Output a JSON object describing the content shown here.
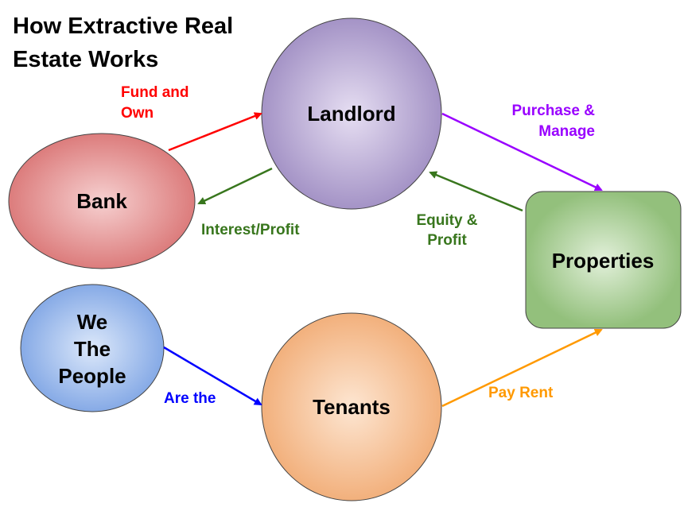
{
  "title": {
    "line1": "How Extractive Real",
    "line2": "Estate Works"
  },
  "nodes": {
    "landlord": "Landlord",
    "bank": "Bank",
    "properties": "Properties",
    "people": {
      "line1": "We",
      "line2": "The",
      "line3": "People"
    },
    "tenants": "Tenants"
  },
  "edges": {
    "fund": {
      "line1": "Fund and",
      "line2": "Own",
      "color": "#ff0000"
    },
    "interest": {
      "text": "Interest/Profit",
      "color": "#38761d"
    },
    "purchase": {
      "line1": "Purchase &",
      "line2": "Manage",
      "color": "#9900ff"
    },
    "equity": {
      "line1": "Equity &",
      "line2": "Profit",
      "color": "#38761d"
    },
    "are": {
      "text": "Are the",
      "color": "#0000ff"
    },
    "rent": {
      "text": "Pay Rent",
      "color": "#ff9900"
    }
  }
}
